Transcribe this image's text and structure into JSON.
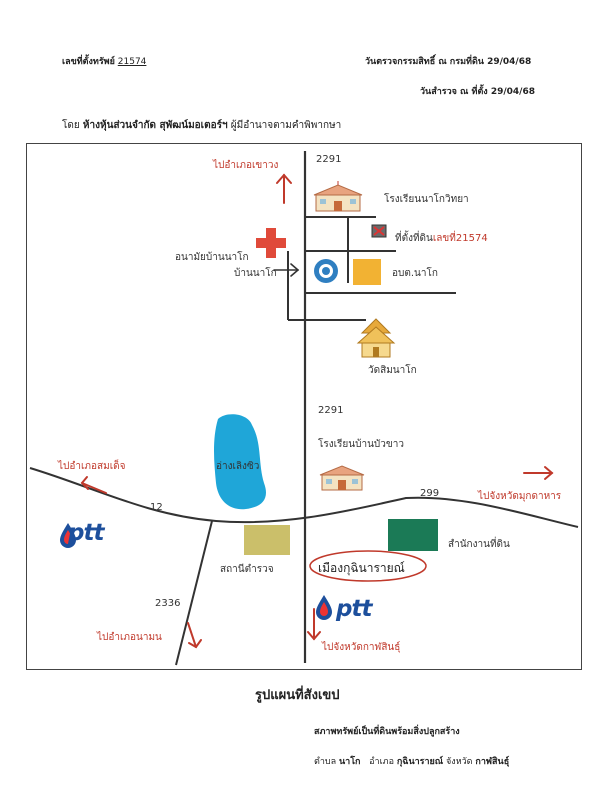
{
  "header": {
    "deed_label": "เลขที่ตั้งทรัพย์",
    "deed_number": "21574",
    "check_title": "วันตรวจกรรมสิทธิ์ ณ กรมที่ดิน 29/04/68",
    "survey_date": "วันสำรวจ ณ ที่ตั้ง 29/04/68",
    "by_prefix": "โดย",
    "company": "ห้างหุ้นส่วนจำกัด สุพัฒน์มอเตอร์ฯ",
    "by_suffix": "ผู้มีอำนาจตามคำพิพากษา"
  },
  "map": {
    "directions": {
      "north": "ไปอำเภอเขาวง",
      "west": "ไปอำเภอสมเด็จ",
      "east": "ไปจังหวัดมุกดาหาร",
      "southwest": "ไปอำเภอนามน",
      "south": "ไปจังหวัดกาฬสินธุ์"
    },
    "roads": {
      "r2291_top": "2291",
      "r2291_mid": "2291",
      "r12": "12",
      "r299": "299",
      "r2336": "2336"
    },
    "places": {
      "school_top": "โรงเรียนนาโกวิทยา",
      "site_prefix": "ที่ตั้งที่ดิน",
      "site_number": "เลขที่21574",
      "health_center": "อนามัยบ้านนาโก",
      "village": "บ้านนาโก",
      "tao": "อบต.นาโก",
      "temple": "วัดสิมนาโก",
      "school_mid": "โรงเรียนบ้านบัวขาว",
      "reservoir": "อ่างเลิงซิว",
      "police": "สถานีตำรวจ",
      "land_office": "สำนักงานที่ดิน",
      "district": "เมืองกุฉินารายณ์",
      "ptt_brand": "ptt"
    },
    "colors": {
      "direction": "#c0392b",
      "hospital_cross": "#e04a3a",
      "reservoir": "#1fa6d8",
      "tao_box": "#f2b233",
      "police_box": "#cbbf6a",
      "land_office_box": "#1b7a56",
      "ptt_blue": "#1d4f9c"
    }
  },
  "footer": {
    "title": "รูปแผนที่สังเขป",
    "condition": "สภาพทรัพย์เป็นที่ดินพร้อมสิ่งปลูกสร้าง",
    "tambon_label": "ตำบล",
    "tambon": "นาโก",
    "amphoe_label": "อำเภอ",
    "amphoe": "กุฉินารายณ์",
    "province_label": "จังหวัด",
    "province": "กาฬสินธุ์"
  }
}
